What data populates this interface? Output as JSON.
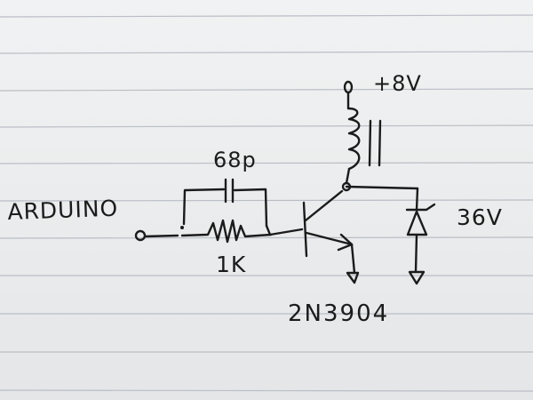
{
  "diagram": {
    "labels": {
      "input": "ARDUINO",
      "capacitor": "68p",
      "resistor": "1K",
      "supply": "+8V",
      "zener": "36V",
      "transistor": "2N3904"
    },
    "colors": {
      "ink": "#1b1b1b",
      "paper": "#eceef0",
      "rule_lines": "#b9bec6"
    }
  }
}
